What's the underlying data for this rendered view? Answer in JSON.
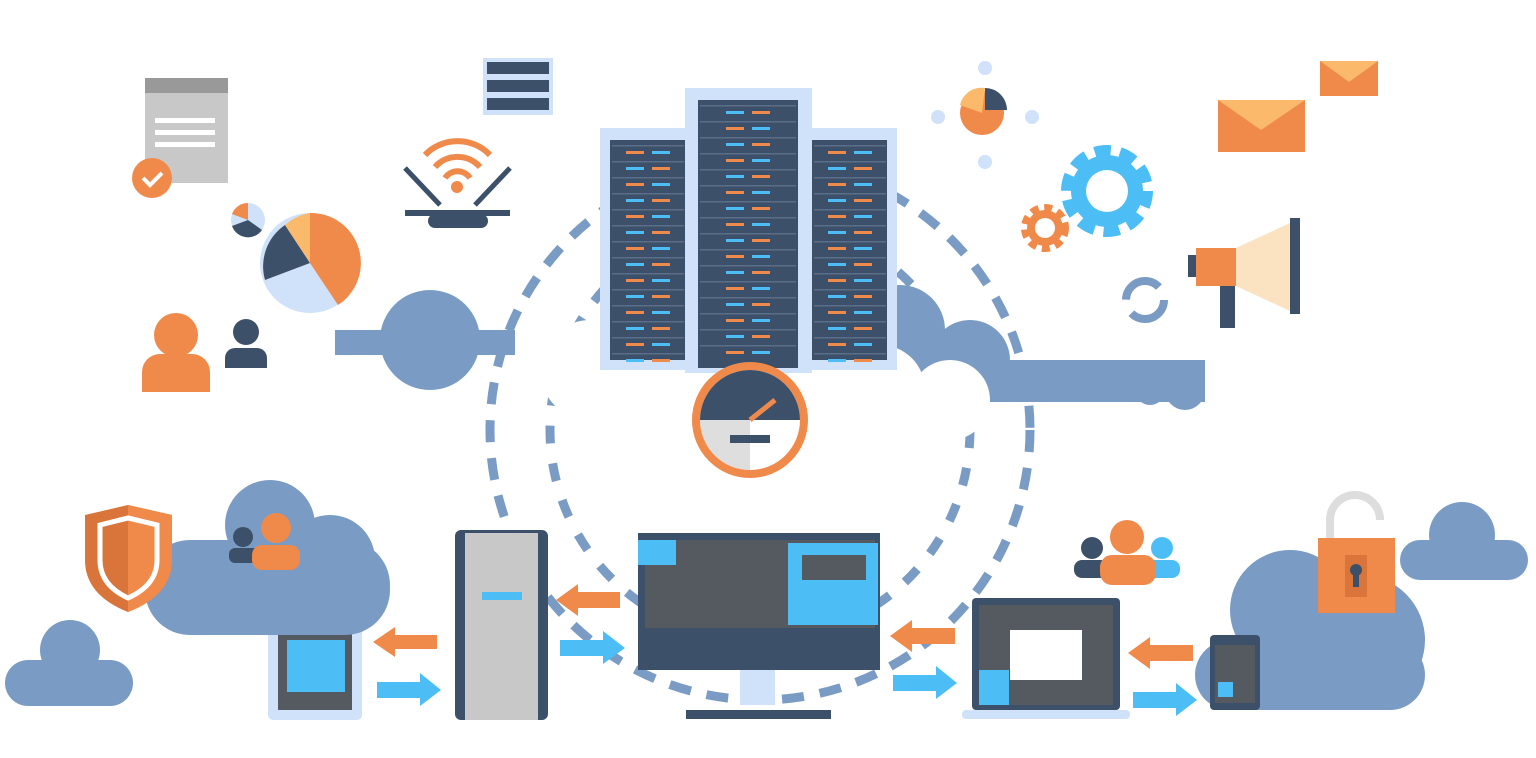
{
  "illustration": {
    "palette": {
      "orange": "#F08A4B",
      "orange_dark": "#D9743A",
      "orange_light": "#FBB96B",
      "cloud": "#7A9CC4",
      "dark": "#3D5069",
      "blue": "#4DBEF5",
      "light_blue": "#CFE2FA",
      "grey": "#555A60",
      "grey_light": "#C8C8C8"
    },
    "icons": [
      "server-rack",
      "cloud",
      "speedometer",
      "desktop-monitor",
      "tower-server",
      "tablet",
      "laptop",
      "smartphone",
      "padlock",
      "shield",
      "megaphone",
      "gear",
      "envelope",
      "pie-chart",
      "document",
      "wifi-router",
      "users",
      "sync-arrows",
      "data-transfer-arrows"
    ]
  }
}
